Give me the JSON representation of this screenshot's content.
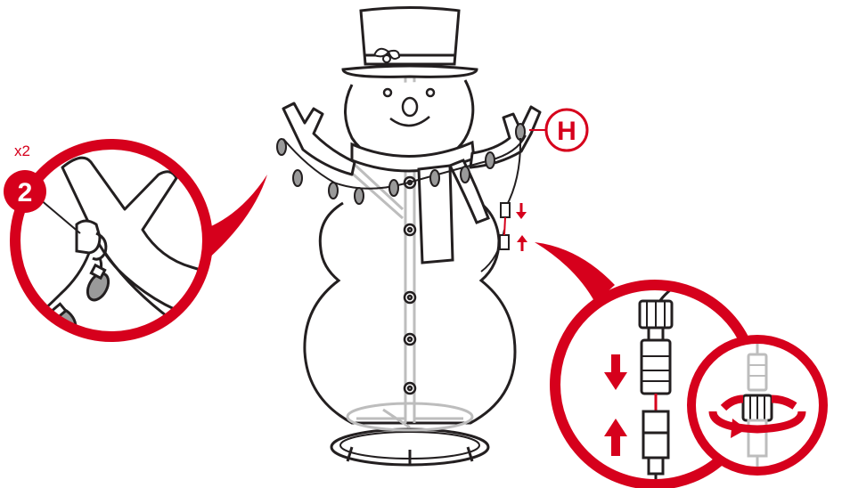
{
  "step": {
    "multiplier": "x2",
    "number": "2",
    "part_label": "H"
  },
  "colors": {
    "accent": "#d6001c",
    "line": "#231f20",
    "frame": "#bdbdbd",
    "bulb": "#9a9a9a"
  },
  "icons": {
    "hook": "clip-hook-icon",
    "arrow_down": "arrow-down-icon",
    "arrow_up": "arrow-up-icon",
    "rotate": "rotate-icon"
  }
}
